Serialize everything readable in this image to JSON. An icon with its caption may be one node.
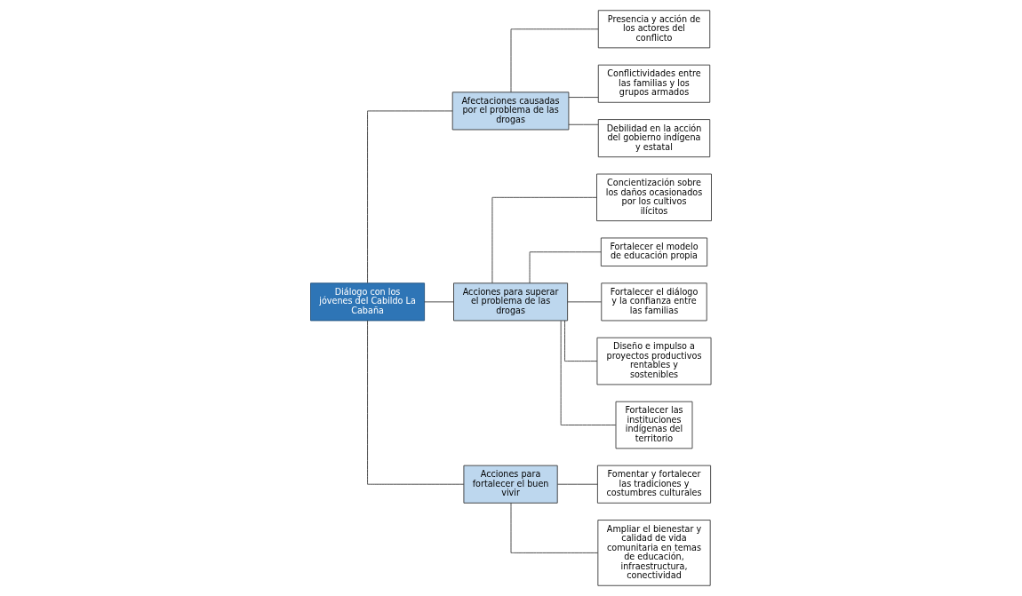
{
  "diagram": {
    "nodes": [
      {
        "text": [
          "Diálogo con los jóvenes del Cabildo La Cabaña"
        ]
      },
      {
        "text": [
          "Afectaciones causadas por el problema de las drogas"
        ]
      },
      {
        "text": [
          "Presencia y acción de los actores del conflicto"
        ]
      },
      {
        "text": [
          "Conflictividades entre las familias y los grupos armados"
        ]
      },
      {
        "text": [
          "Debilidad en la acción del gobierno indígena y estatal"
        ]
      },
      {
        "text": [
          "Acciones para superar el problema de las drogas"
        ]
      },
      {
        "text": [
          "Concientización sobre los daños ocasionados por los cultivos ilícitos"
        ]
      },
      {
        "text": [
          "Fortalecer el modelo de educación propia"
        ]
      },
      {
        "text": [
          "Fortalecer el diálogo y la confianza entre las familias"
        ]
      },
      {
        "text": [
          "Diseño e impulso a proyectos productivos rentables y sostenibles"
        ]
      },
      {
        "text": [
          "Fortalecer las instituciones indígenas del territorio"
        ]
      },
      {
        "text": [
          "Acciones para fortalecer el buen vivir"
        ]
      },
      {
        "text": [
          "Fomentar y fortalecer las tradiciones y costumbres culturales"
        ]
      },
      {
        "text": [
          "Ampliar el bienestar y calidad de vida comunitaria en temas de educación, infraestructura, conectividad"
        ]
      }
    ],
    "edges": [
      {
        "from": 0,
        "to": 1,
        "arrow": "none"
      },
      {
        "from": 0,
        "to": 5,
        "arrow": "none"
      },
      {
        "from": 0,
        "to": 11,
        "arrow": "none"
      },
      {
        "from": 1,
        "to": 2,
        "arrow": "none"
      },
      {
        "from": 1,
        "to": 3,
        "arrow": "none"
      },
      {
        "from": 1,
        "to": 4,
        "arrow": "none"
      },
      {
        "from": 5,
        "to": 6,
        "arrow": "none"
      },
      {
        "from": 5,
        "to": 7,
        "arrow": "none"
      },
      {
        "from": 5,
        "to": 8,
        "arrow": "none"
      },
      {
        "from": 5,
        "to": 9,
        "arrow": "none"
      },
      {
        "from": 5,
        "to": 10,
        "arrow": "none"
      },
      {
        "from": 11,
        "to": 12,
        "arrow": "none"
      },
      {
        "from": 11,
        "to": 13,
        "arrow": "none"
      }
    ]
  }
}
